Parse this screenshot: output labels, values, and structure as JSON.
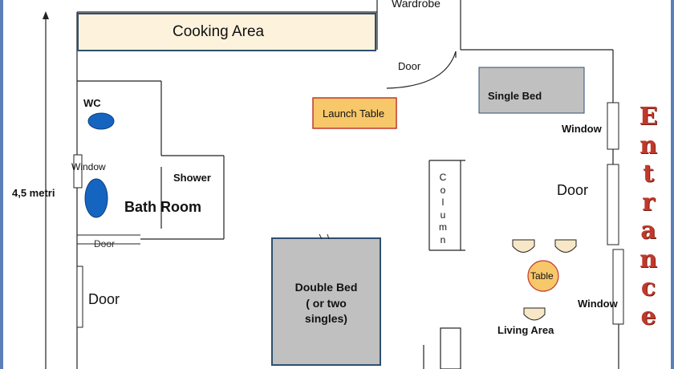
{
  "labels": {
    "wardrobe": "Wardrobe",
    "cooking_area": "Cooking  Area",
    "door_top": "Door",
    "single_bed": "Single  Bed",
    "launch_table": "Launch Table",
    "wc": "WC",
    "window_left": "Window",
    "shower": "Shower",
    "bath_room": "Bath Room",
    "door_bath": "Door",
    "door_left": "Door",
    "dimension": "4,5  metri",
    "window_right_top": "Window",
    "door_right": "Door",
    "window_right_bottom": "Window",
    "table": "Table",
    "living_area": "Living Area",
    "double_bed_line1": "Double Bed",
    "double_bed_line2": "( or two",
    "double_bed_line3": "singles)"
  },
  "column_letters": [
    "C",
    "o",
    "l",
    "u",
    "m",
    "n"
  ],
  "entrance_letters": [
    "E",
    "n",
    "t",
    "r",
    "a",
    "n",
    "c",
    "e"
  ],
  "colors": {
    "cooking_area_fill": "#fdf3dc",
    "cooking_area_border": "#2f4f6f",
    "bed_fill": "#c0c0c0",
    "bed_border": "#2f4f6f",
    "launch_table_fill": "#f7c76a",
    "launch_table_border": "#c0392b",
    "fixture_blue": "#1565c0",
    "table_fill": "#f7c76a",
    "chair_fill": "#f7e7c6",
    "entrance_red": "#c0392b"
  }
}
